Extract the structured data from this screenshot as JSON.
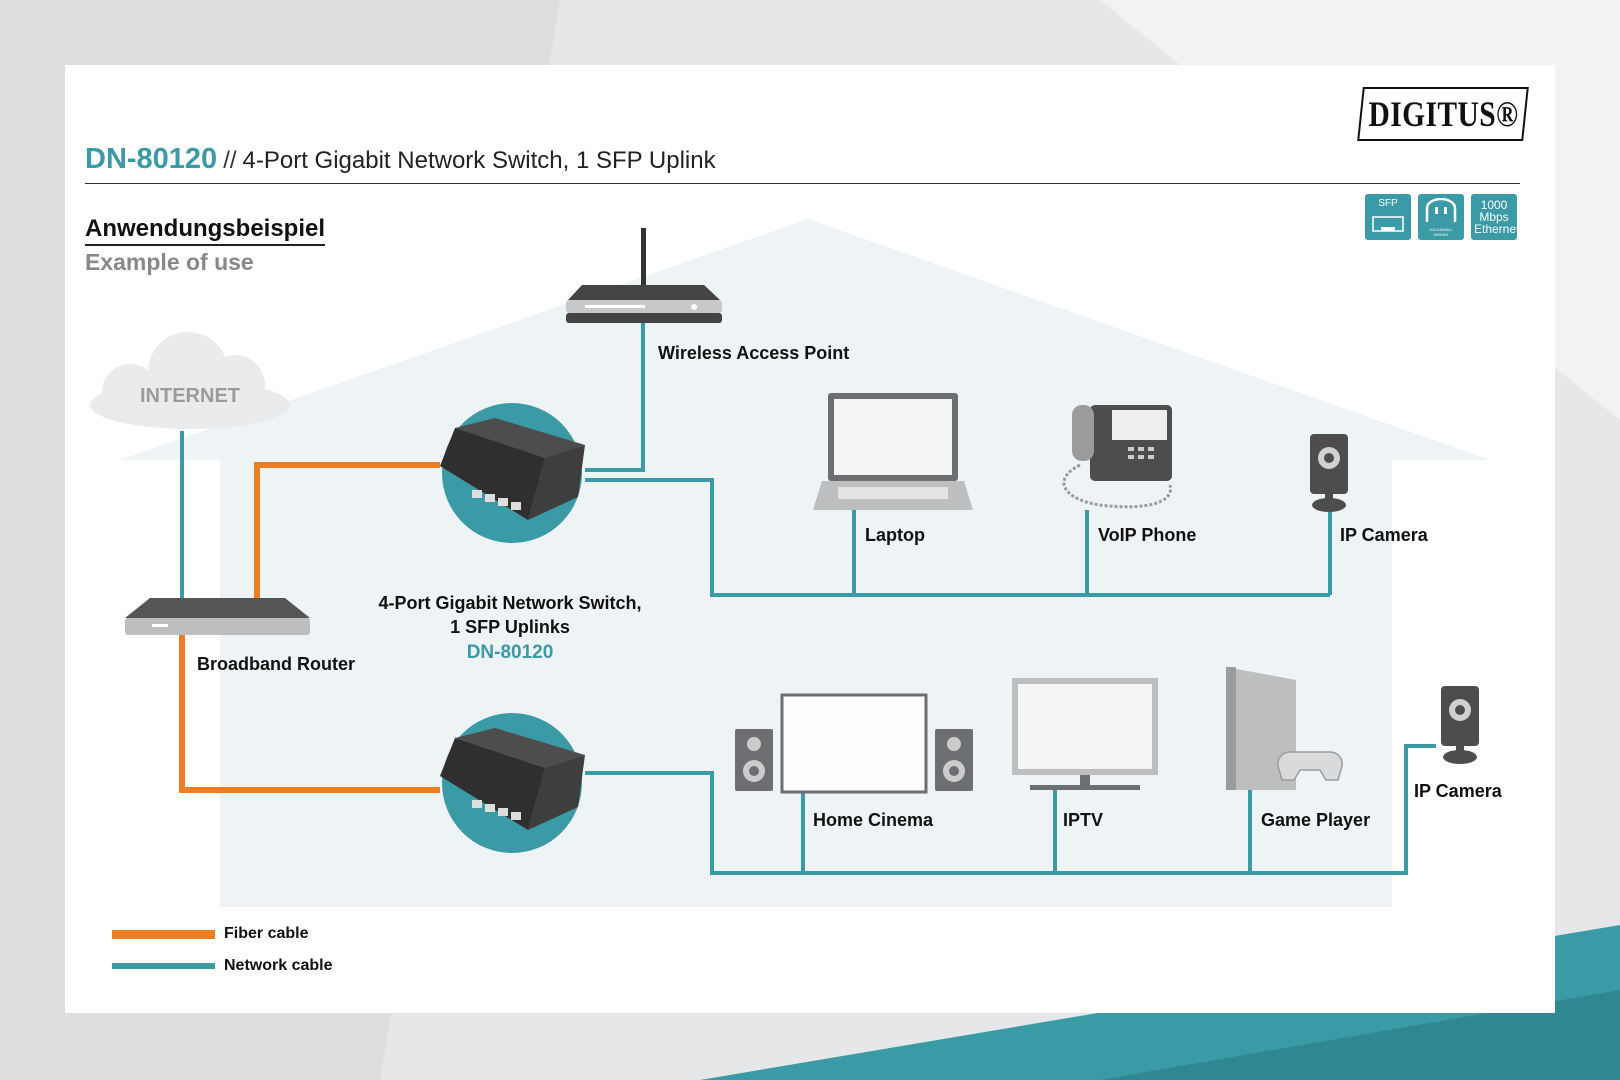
{
  "header": {
    "model": "DN-80120",
    "separator": "//",
    "title": "4-Port Gigabit Network Switch, 1 SFP Uplink"
  },
  "brand": {
    "logo_text": "DIGITUS®"
  },
  "badges": [
    {
      "icon": "sfp-icon",
      "text": "SFP"
    },
    {
      "icon": "power-icon",
      "text": "100-240VAC, 50/60Hz"
    },
    {
      "icon": "ethernet-icon",
      "text": "1000 Mbps Ethernet"
    }
  ],
  "section": {
    "title_de": "Anwendungsbeispiel",
    "title_en": "Example of use"
  },
  "nodes": {
    "internet": "INTERNET",
    "router": "Broadband Router",
    "wap": "Wireless Access Point",
    "switch_line1": "4-Port Gigabit Network Switch,",
    "switch_line2": "1 SFP Uplinks",
    "switch_model": "DN-80120",
    "laptop": "Laptop",
    "voip": "VoIP Phone",
    "ipcam1": "IP Camera",
    "home_cinema": "Home Cinema",
    "iptv": "IPTV",
    "game_player": "Game Player",
    "ipcam2": "IP Camera"
  },
  "legend": [
    {
      "label": "Fiber cable",
      "color": "#ef7d22"
    },
    {
      "label": "Network cable",
      "color": "#3a9aa5"
    }
  ],
  "colors": {
    "accent": "#3a9aa5",
    "fiber": "#ef7d22",
    "house": "#eef3f6"
  }
}
